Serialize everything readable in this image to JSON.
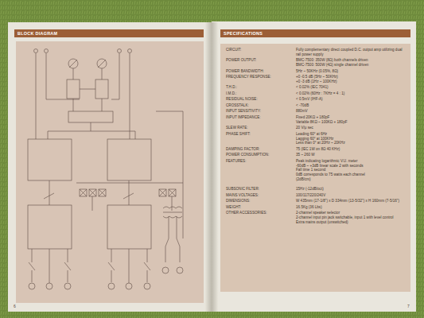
{
  "diagram": {
    "nodes": [
      {
        "text": [
          "BLOCK DIAGRAM"
        ]
      },
      {
        "text": [
          "SPECIFICATIONS"
        ]
      }
    ],
    "labels": [
      "CIRCUIT:",
      "Fully complementary direct coupled D.C. output amp utilizing dual rail power supply",
      "POWER OUTPUT:",
      "BMC-7500: 350W (8Ω) both channels driven",
      "BMC-7500: 500W (4Ω) single channel driven",
      "POWER BANDWIDTH:",
      "5Hz ~ 50KHz (0.05%, 8Ω)",
      "FREQUENCY RESPONSE:",
      "+0 -0.5 dB (5Hz ~ 50KHz)",
      "+0 -3 dB (1Hz ~ 100KHz)",
      "T.H.D.:",
      "< 0.02% (IEC 7041)",
      "I.M.D.:",
      "< 0.02% (60Hz : 7KHz = 4 : 1)",
      "RESIDUAL NOISE:",
      "< 0.5mV (IHF-A)",
      "CROSSTALK:",
      "< -70dB",
      "INPUT SENSITIVITY:",
      "880mV",
      "INPUT IMPEDANCE:",
      "Fixed 20KΩ + 180pF",
      "Variable 8KΩ ~ 100KΩ + 180pF",
      "SLEW RATE:",
      "20 V/μ sec",
      "PHASE SHIFT:",
      "Leading 60° at 6Hz",
      "Lagging 60° at 100KHz",
      "Less than 0° at 20Hz ~ 20KHz",
      "DAMPING FACTOR:",
      "75 (IEC 1W on 8Ω 40 KHz)",
      "POWER CONSUMPTION:",
      "35 ~ 260 W",
      "FEATURES:",
      "Peak indicating logarithmic V.U. meter",
      "-60dB ~ +3dB linear scale 2 with seconds",
      "Fall time 1 second",
      "0dB corresponds to 75 watts each channel",
      "(2dB/cm)",
      "SUBSONIC FILTER:",
      "15Hz (-12dB/oct)",
      "MAINS VOLTAGES:",
      "100/117/220/240V",
      "DIMENSIONS:",
      "W 435mm (17-1/8\") x D 334mm (13-5/32\") x H 160mm (7-5/16\")",
      "WEIGHT:",
      "16.5Kg (36 Lbs)",
      "OTHER ACCESSORIES:",
      "2-channel speaker selector",
      "2-channel input pin jack switchable, input 1 with level control",
      "Extra mains output (unswitched)",
      "6",
      "7"
    ]
  }
}
